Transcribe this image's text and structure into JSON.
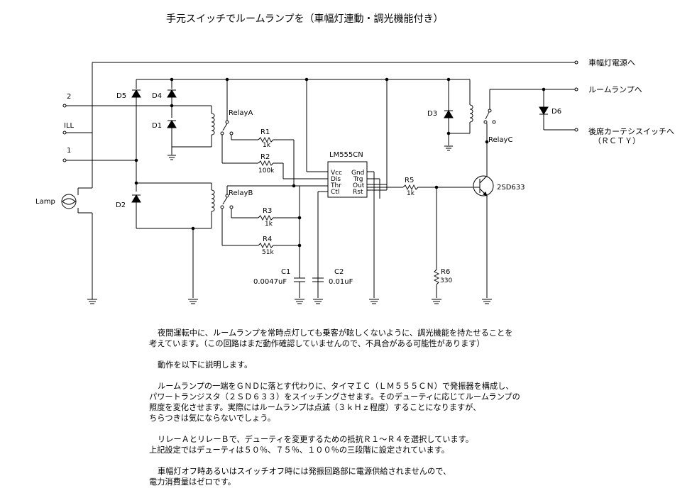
{
  "title": "手元スイッチでルームランプを（車幅灯連動・調光機能付き）",
  "terminals": {
    "shaphuku": "車幅灯電源へ",
    "room": "ルームランプへ",
    "rear1": "後席カーテシスイッチへ",
    "rear2": "（ＲＣＴＹ）",
    "t2": "2",
    "ill": "ILL",
    "t1": "1",
    "lamp": "Lamp"
  },
  "components": {
    "d1": "D1",
    "d2": "D2",
    "d3": "D3",
    "d4": "D4",
    "d5": "D5",
    "d6": "D6",
    "relayA": "RelayA",
    "relayB": "RelayB",
    "relayC": "RelayC",
    "r1": "R1",
    "r1v": "1k",
    "r2": "R2",
    "r2v": "100k",
    "r3": "R3",
    "r3v": "1k",
    "r4": "R4",
    "r4v": "51k",
    "r5": "R5",
    "r5v": "1k",
    "r6": "R6",
    "r6v": "330",
    "c1": "C1",
    "c1v": "0.0047uF",
    "c2": "C2",
    "c2v": "0.01uF",
    "ic": "LM555CN",
    "pin_vcc": "Vcc",
    "pin_dis": "Dis",
    "pin_thr": "Thr",
    "pin_ctl": "Ctl",
    "pin_gnd": "Gnd",
    "pin_trg": "Trg",
    "pin_out": "Out",
    "pin_rst": "Rst",
    "tr": "2SD633"
  },
  "notes": {
    "p1": [
      "夜間運転中に、ルームランプを常時点灯しても乗客が眩しくないように、調光機能を持たせることを",
      "考えています。（この回路はまだ動作確認していませんので、不具合がある可能性があります）"
    ],
    "p2": [
      "動作を以下に説明します。"
    ],
    "p3": [
      "ルームランプの一端をＧＮＤに落とす代わりに、タイマＩＣ（ＬＭ５５５ＣＮ）で発振器を構成し、",
      "パワートランジスタ（２ＳＤ６３３）をスイッチングさせます。そのデューティに応じてルームランプの",
      "照度を変化させます。実際にはルームランプは点滅（３ｋＨｚ程度）することになりますが、",
      "ちらつきは気にならないでしょう。"
    ],
    "p4": [
      "リレーＡとリレーＢで、デューティを変更するための抵抗Ｒ１～Ｒ４を選択しています。",
      "上記設定ではデューティは５０％、７５％、１００％の三段階に設定されています。"
    ],
    "p5": [
      "車幅灯オフ時あるいはスイッチオフ時には発振回路部に電源供給されませんので、",
      "電力消費量はゼロです。"
    ]
  }
}
